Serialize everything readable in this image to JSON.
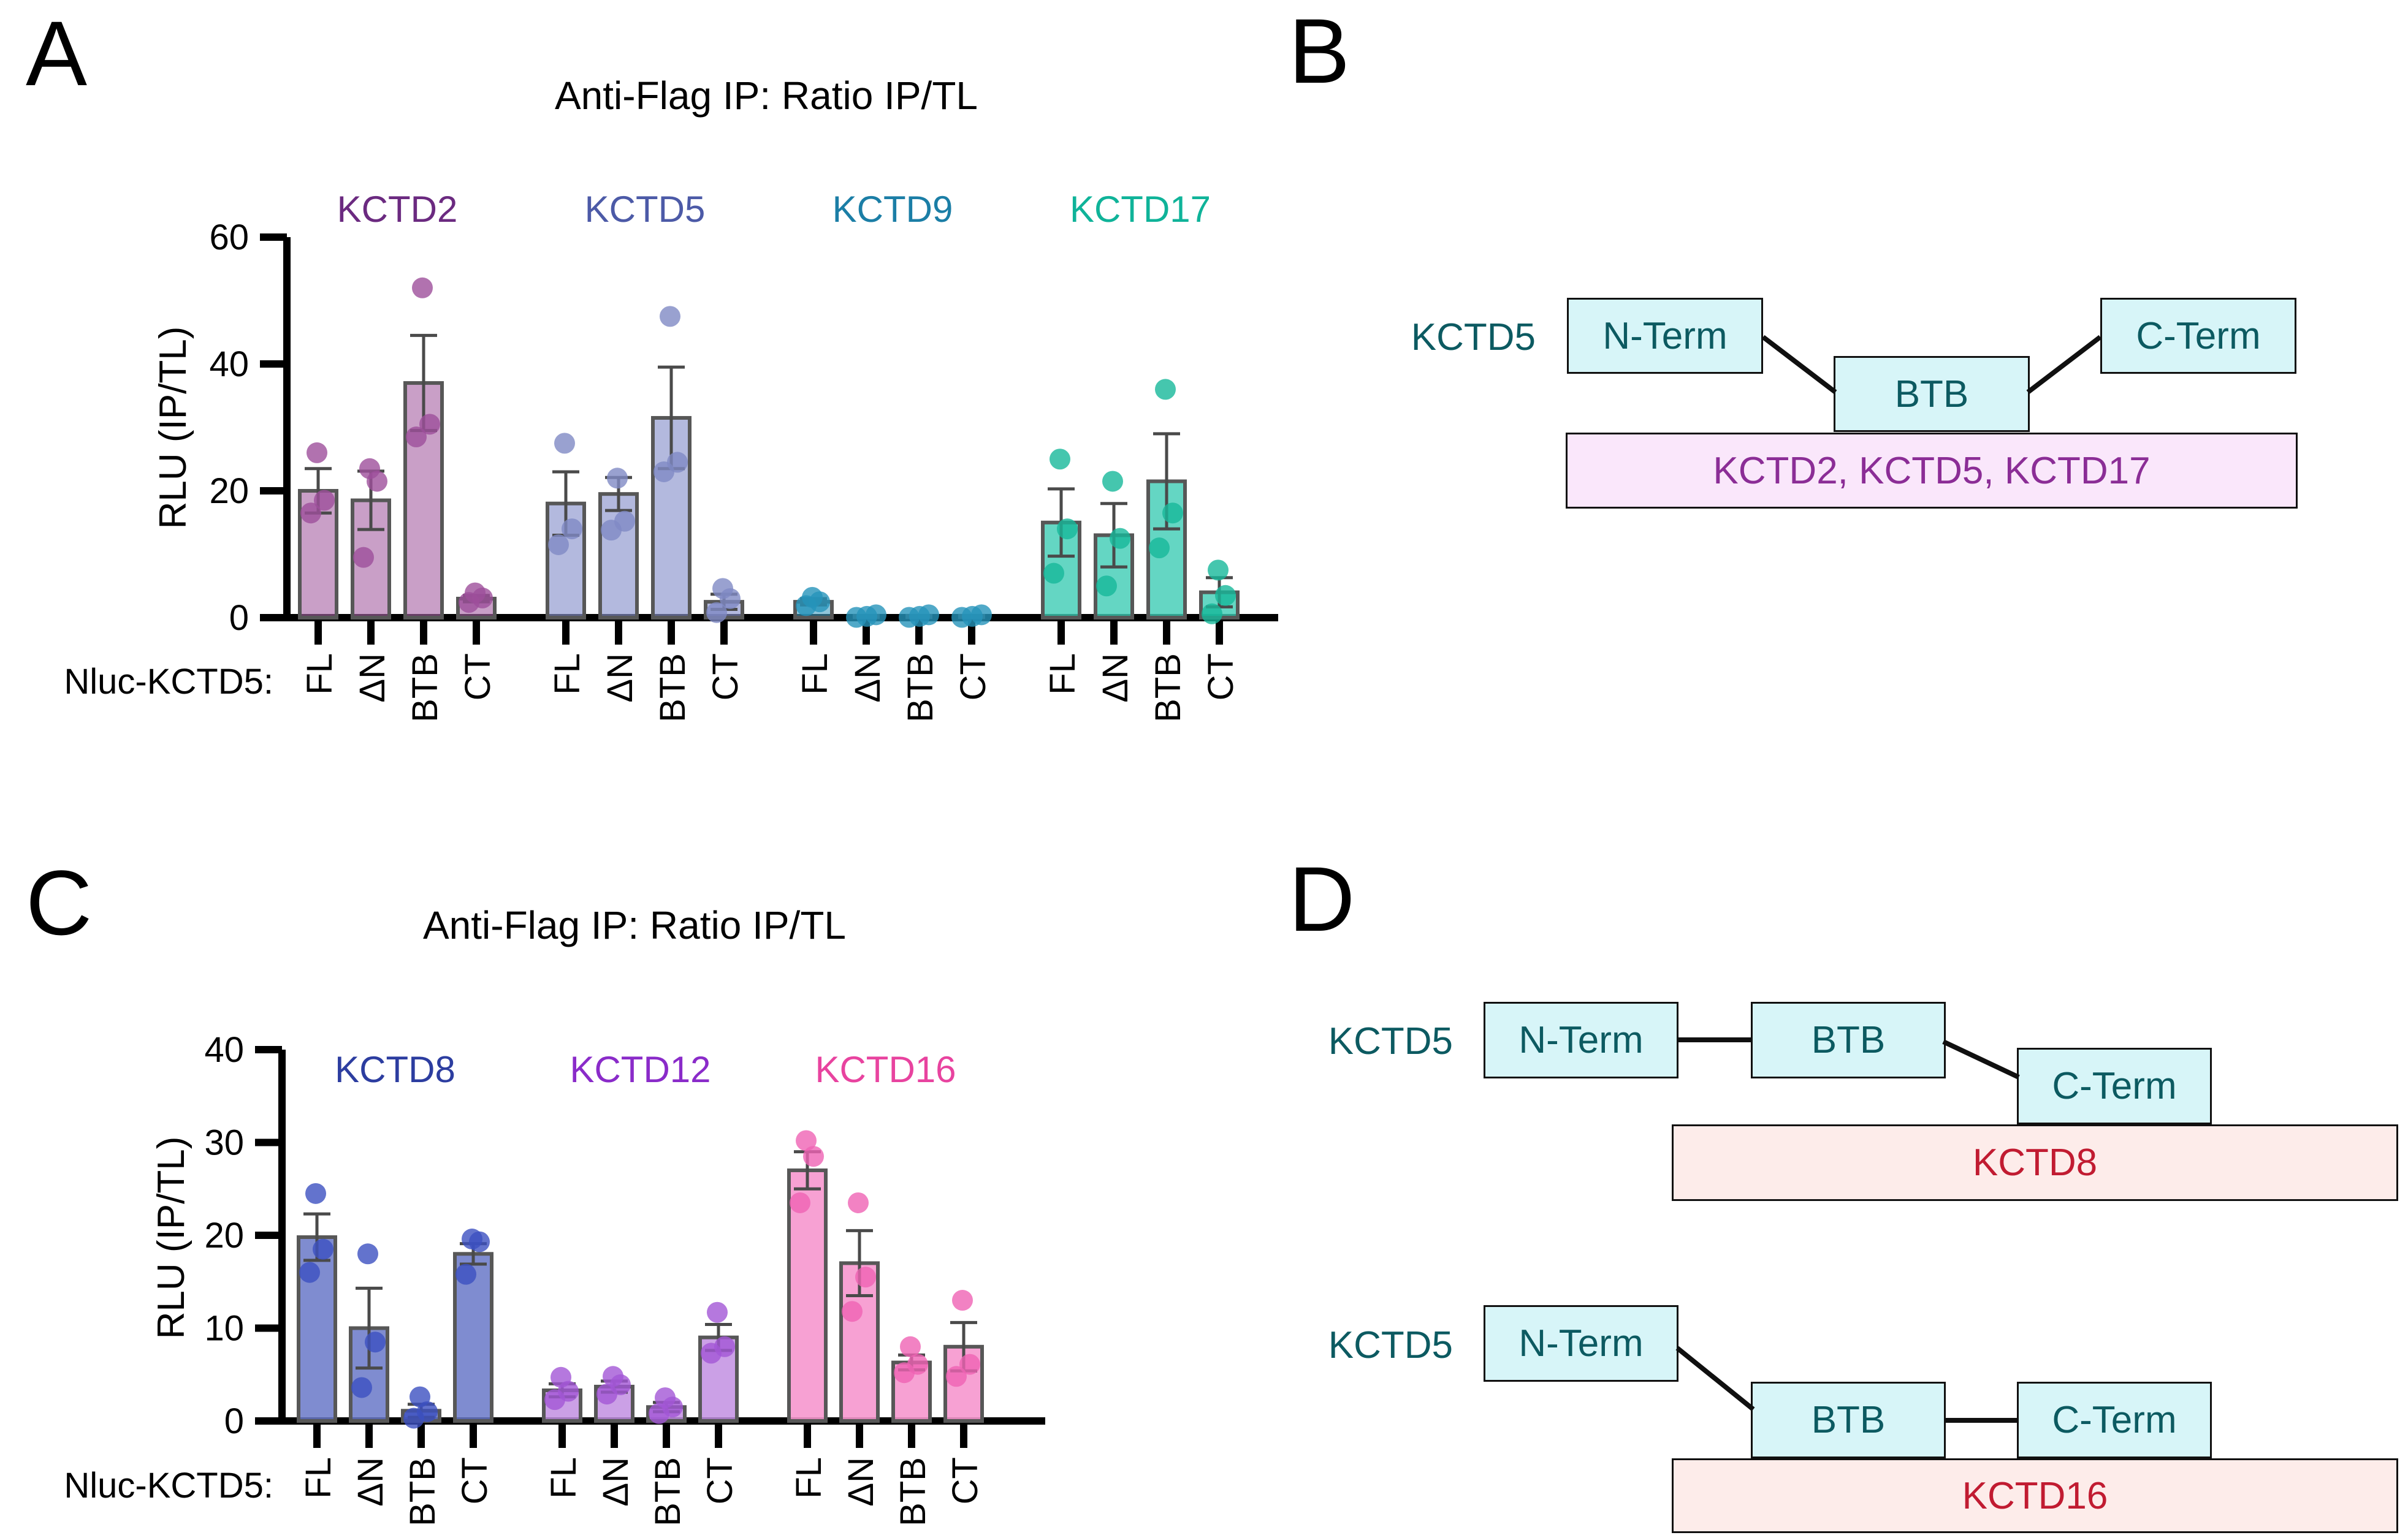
{
  "figure": {
    "background": "#ffffff",
    "panel_labels": {
      "a": "A",
      "b": "B",
      "c": "C",
      "d": "D"
    }
  },
  "chart_data": [
    {
      "id": "A",
      "type": "bar",
      "title": "Anti-Flag IP: Ratio IP/TL",
      "ylabel": "RLU (IP/TL)",
      "xlabel": "",
      "x_axis_prefix": "Nluc-KCTD5:",
      "ylim": [
        0,
        60
      ],
      "yticks": [
        0,
        20,
        40,
        60
      ],
      "grid": false,
      "legend_position": "group-titles-above-plot",
      "error_bars": "SEM",
      "categories": [
        "FL",
        "ΔN",
        "BTB",
        "CT"
      ],
      "groups": [
        {
          "name": "KCTD2",
          "title_color": "#6b2a80",
          "bar_fill": "rgba(168,100,164,0.62)",
          "point_color": "#9d4f9b",
          "bars": [
            {
              "category": "FL",
              "mean": 20,
              "sem": 3.5,
              "points": [
                16.5,
                18.5,
                26
              ]
            },
            {
              "category": "ΔN",
              "mean": 18.5,
              "sem": 4.6,
              "points": [
                9.5,
                21.5,
                23.5
              ]
            },
            {
              "category": "BTB",
              "mean": 37,
              "sem": 7.5,
              "points": [
                28.5,
                30.5,
                52
              ]
            },
            {
              "category": "CT",
              "mean": 3,
              "sem": 0.5,
              "points": [
                2.4,
                3.1,
                3.9
              ]
            }
          ]
        },
        {
          "name": "KCTD5",
          "title_color": "#4c5aa7",
          "bar_fill": "rgba(138,148,204,0.65)",
          "point_color": "#7f8ac4",
          "bars": [
            {
              "category": "FL",
              "mean": 18,
              "sem": 5,
              "points": [
                11.5,
                14,
                27.5
              ]
            },
            {
              "category": "ΔN",
              "mean": 19.5,
              "sem": 2.6,
              "points": [
                13.8,
                15.2,
                22
              ]
            },
            {
              "category": "BTB",
              "mean": 31.5,
              "sem": 8,
              "points": [
                23,
                24.5,
                47.5
              ]
            },
            {
              "category": "CT",
              "mean": 2.5,
              "sem": 1.2,
              "points": [
                0.8,
                3,
                4.6
              ]
            }
          ]
        },
        {
          "name": "KCTD9",
          "title_color": "#1b7ea6",
          "bar_fill": "rgba(70,160,195,0.6)",
          "point_color": "#2694ba",
          "bars": [
            {
              "category": "FL",
              "mean": 2.5,
              "sem": 0.5,
              "points": [
                1.9,
                2.5,
                3.2
              ]
            },
            {
              "category": "ΔN",
              "mean": 0.2,
              "sem": 0.15,
              "points": [
                0.05,
                0.2,
                0.45
              ]
            },
            {
              "category": "BTB",
              "mean": 0.2,
              "sem": 0.15,
              "points": [
                0.05,
                0.2,
                0.45
              ]
            },
            {
              "category": "CT",
              "mean": 0.2,
              "sem": 0.15,
              "points": [
                0.05,
                0.2,
                0.45
              ]
            }
          ]
        },
        {
          "name": "KCTD17",
          "title_color": "#0fb399",
          "bar_fill": "rgba(61,204,180,0.8)",
          "point_color": "#17b89a",
          "bars": [
            {
              "category": "FL",
              "mean": 15,
              "sem": 5.3,
              "points": [
                7,
                14,
                25
              ]
            },
            {
              "category": "ΔN",
              "mean": 13,
              "sem": 5,
              "points": [
                5,
                12.5,
                21.5
              ]
            },
            {
              "category": "BTB",
              "mean": 21.5,
              "sem": 7.5,
              "points": [
                11,
                16.5,
                36
              ]
            },
            {
              "category": "CT",
              "mean": 4,
              "sem": 2.3,
              "points": [
                0.6,
                3.5,
                7.5
              ]
            }
          ]
        }
      ]
    },
    {
      "id": "C",
      "type": "bar",
      "title": "Anti-Flag IP: Ratio IP/TL",
      "ylabel": "RLU (IP/TL)",
      "xlabel": "",
      "x_axis_prefix": "Nluc-KCTD5:",
      "ylim": [
        0,
        40
      ],
      "yticks": [
        0,
        10,
        20,
        30,
        40
      ],
      "grid": false,
      "legend_position": "group-titles-above-plot",
      "error_bars": "SEM",
      "categories": [
        "FL",
        "ΔN",
        "BTB",
        "CT"
      ],
      "groups": [
        {
          "name": "KCTD8",
          "title_color": "#2c3da0",
          "bar_fill": "rgba(105,120,200,0.85)",
          "point_color": "#3c50c0",
          "bars": [
            {
              "category": "FL",
              "mean": 19.8,
              "sem": 2.5,
              "points": [
                16,
                18.5,
                24.5
              ]
            },
            {
              "category": "ΔN",
              "mean": 10,
              "sem": 4.3,
              "points": [
                3.6,
                8.5,
                18
              ]
            },
            {
              "category": "BTB",
              "mean": 1.1,
              "sem": 0.7,
              "points": [
                0.3,
                1,
                2.6
              ]
            },
            {
              "category": "CT",
              "mean": 18,
              "sem": 1.1,
              "points": [
                15.8,
                19.3,
                19.6
              ]
            }
          ]
        },
        {
          "name": "KCTD12",
          "title_color": "#8a2bc9",
          "bar_fill": "rgba(194,143,226,0.85)",
          "point_color": "#a356d6",
          "bars": [
            {
              "category": "FL",
              "mean": 3.3,
              "sem": 0.7,
              "points": [
                2.3,
                3.2,
                4.7
              ]
            },
            {
              "category": "ΔN",
              "mean": 3.7,
              "sem": 0.6,
              "points": [
                2.9,
                3.9,
                4.8
              ]
            },
            {
              "category": "BTB",
              "mean": 1.5,
              "sem": 0.5,
              "points": [
                0.8,
                1.5,
                2.5
              ]
            },
            {
              "category": "CT",
              "mean": 9,
              "sem": 1.4,
              "points": [
                7.3,
                8,
                11.7
              ]
            }
          ]
        },
        {
          "name": "KCTD16",
          "title_color": "#e8439f",
          "bar_fill": "rgba(246,151,206,0.9)",
          "point_color": "#ef63b4",
          "bars": [
            {
              "category": "FL",
              "mean": 27,
              "sem": 2,
              "points": [
                23.5,
                28.5,
                30.2
              ]
            },
            {
              "category": "ΔN",
              "mean": 17,
              "sem": 3.5,
              "points": [
                11.8,
                15.5,
                23.5
              ]
            },
            {
              "category": "BTB",
              "mean": 6.3,
              "sem": 0.8,
              "points": [
                5.2,
                6.1,
                8
              ]
            },
            {
              "category": "CT",
              "mean": 8,
              "sem": 2.6,
              "points": [
                4.8,
                6.1,
                13
              ]
            }
          ]
        }
      ]
    }
  ],
  "diagram_b": {
    "side_label": "KCTD5",
    "boxes": {
      "n_term": "N-Term",
      "btb": "BTB",
      "c_term": "C-Term"
    },
    "band_label": "KCTD2, KCTD5, KCTD17",
    "box_fill": "#d7f5f8",
    "band_fill": "#fae7fb",
    "band_text_color": "#8b2d96",
    "domain_text_color": "#0c5a61"
  },
  "diagram_d": {
    "rows": [
      {
        "side_label": "KCTD5",
        "boxes": {
          "n_term": "N-Term",
          "btb": "BTB",
          "c_term": "C-Term"
        },
        "band_label": "KCTD8",
        "band_fill": "#fdecea",
        "band_text_color": "#c11b31"
      },
      {
        "side_label": "KCTD5",
        "boxes": {
          "n_term": "N-Term",
          "btb": "BTB",
          "c_term": "C-Term"
        },
        "band_label": "KCTD16",
        "band_fill": "#fdecea",
        "band_text_color": "#c11b31"
      }
    ]
  }
}
